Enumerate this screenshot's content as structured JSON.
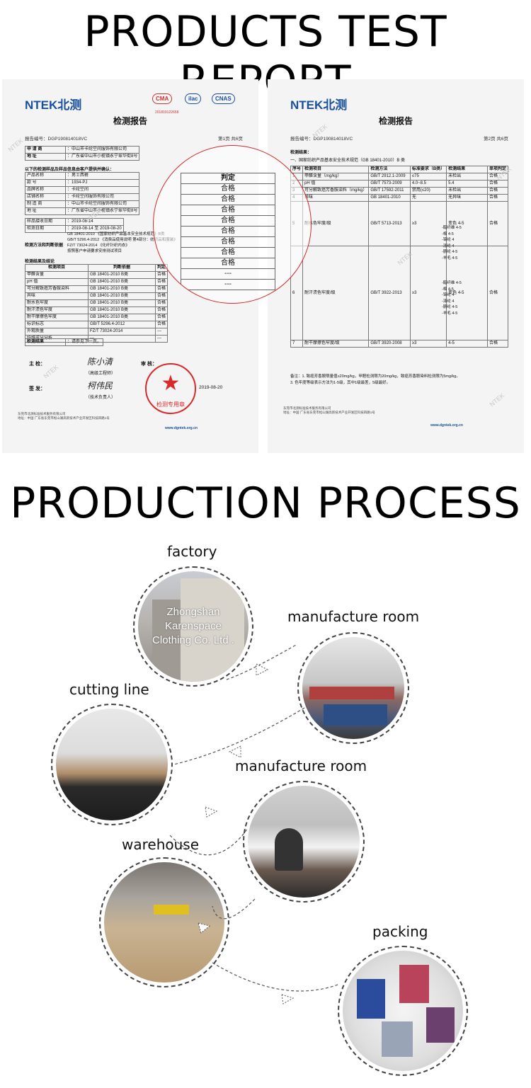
{
  "headings": {
    "test_report": "PRODUCTS TEST REPORT",
    "production_process": "PRODUCTION PROCESS"
  },
  "report_left": {
    "logo": "NTEK北测",
    "title": "检测报告",
    "report_no": "报告编号：DGP190814018VC",
    "page": "第1页 共6页",
    "applicant_rows": [
      [
        "申 请 商",
        "：中山市卡纶空间服饰有限公司"
      ],
      [
        "地 址",
        "：广东省中山市小榄镇永宁翠华街8号"
      ]
    ],
    "sample_header": "以下的检测样品及样品信息由客户提供并确认：",
    "sample_rows": [
      [
        "产品名称",
        "：男士西裤"
      ],
      [
        "款 号",
        "：1934-PJ"
      ],
      [
        "品牌名称",
        "：卡纶空间"
      ],
      [
        "店铺名称",
        "：卡纶空间服饰有限公司"
      ],
      [
        "制 造 商",
        "：中山市卡纶空间服饰有限公司"
      ],
      [
        "地 址",
        "：广东省中山市小榄镇永宁翠华街8号"
      ]
    ],
    "date_rows": [
      [
        "样品接收日期",
        "：2019-08-14"
      ],
      [
        "检测日期",
        "：2019-08-14 至 2019-08-20"
      ]
    ],
    "basis_label": "检测方法和判断依据",
    "basis_lines": [
      "GB 18401-2010 《国家纺织产品基本安全技术规范》B类",
      "GB/T 5296.4-2012 《消费品使用说明 第4部分：纺织品和服装》",
      "FZ/T 73024-2014 《化纤针织内衣》",
      "按照客户申请要求安排测试项目"
    ],
    "results_label": "检测结果及结论",
    "results_header": [
      "检测项目",
      "判断依据",
      "判定"
    ],
    "results_rows": [
      [
        "甲醛含量",
        "GB 18401-2010 B类",
        "合格"
      ],
      [
        "pH 值",
        "GB 18401-2010 B类",
        "合格"
      ],
      [
        "可分解致癌芳香胺染料",
        "GB 18401-2010 B类",
        "合格"
      ],
      [
        "异味",
        "GB 18401-2010 B类",
        "合格"
      ],
      [
        "耐水色牢度",
        "GB 18401-2010 B类",
        "合格"
      ],
      [
        "耐汗渍色牢度",
        "GB 18401-2010 B类",
        "合格"
      ],
      [
        "耐干摩擦色牢度",
        "GB 18401-2010 B类",
        "合格"
      ],
      [
        "标识标志",
        "GB/T 5296.4-2012",
        "合格"
      ],
      [
        "外观质量",
        "FZ/T 73024-2014",
        "---"
      ],
      [
        "纤维成分分析",
        "---",
        "---"
      ]
    ],
    "conclusion": [
      "检测结果",
      "：请参见下一页。"
    ],
    "inspector": "主 检：",
    "inspector_sign": "陈小清",
    "inspector_title": "（高级工程师）",
    "approver": "签 发：",
    "approver_sign": "柯伟民",
    "approver_title": "（技术负责人）",
    "review": "审 核：",
    "date": "2019-08-20",
    "stamp_text": "检测专用章",
    "cma_no": "201819122658",
    "footer_lines": [
      "东莞市北测标准技术服务有限公司",
      "地址：中国 广东省东莞市松山湖高新技术产业开发区科技四路1号"
    ],
    "footer_link": "www.dgntek.org.cn"
  },
  "lens_rows": [
    "判定",
    "合格",
    "合格",
    "合格",
    "合格",
    "合格",
    "合格",
    "合格",
    "合格",
    "---",
    "---"
  ],
  "report_right": {
    "logo": "NTEK北测",
    "title": "检测报告",
    "report_no": "报告编号：DGP190814018VC",
    "page": "第2页 共6页",
    "results_label": "检测结果：",
    "std_line": "一、国家纺织产品基本安全技术规范（GB 18401-2010）B 类",
    "header": [
      "序号",
      "检测项目",
      "检测方法",
      "标准要求（B类）",
      "检测结果",
      "单项判定"
    ],
    "rows": [
      [
        "1",
        "甲醛含量（mg/kg）",
        "GB/T 2912.1-2009",
        "≤75",
        "未检出",
        "合格"
      ],
      [
        "2",
        "pH 值",
        "GB/T 7573-2009",
        "4.0~8.5",
        "5.4",
        "合格"
      ],
      [
        "3",
        "可分解致癌芳香胺染料（mg/kg）",
        "GB/T 17592-2011",
        "禁用(≤20)",
        "未检出",
        "合格"
      ],
      [
        "4",
        "异味",
        "GB 18401-2010",
        "无",
        "无异味",
        "合格"
      ],
      [
        "5",
        "耐水色牢度/级",
        "GB/T 5713-2013",
        "≥3",
        "变色 4-5",
        "合格"
      ],
      [
        "6",
        "耐汗渍色牢度/级",
        "GB/T 3922-2013",
        "≥3",
        "变色 4-5",
        "合格"
      ],
      [
        "7",
        "耐干摩擦色牢度/级",
        "GB/T 3920-2008",
        "≥3",
        "4-5",
        "合格"
      ]
    ],
    "stain_rows": [
      "-醋纤维 4-5",
      "-棉 4-5",
      "-锦纶 4",
      "-涤纶 4",
      "-腈纶 4-5",
      "-羊毛 4-5"
    ],
    "notes": [
      "备注：1. 致癌芳香胺限量值≤20mg/kg，甲醛检测限为20mg/kg，致癌芳香胺染料检测限为5mg/kg。",
      "3. 色牢度等级表示方法为1-5级，其中1级最差，5级最好。"
    ],
    "footer_lines": [
      "东莞市北测标准技术服务有限公司",
      "地址：中国 广东省东莞市松山湖高新技术产业开发区科技四路1号"
    ],
    "footer_link": "www.dgntek.org.cn"
  },
  "watermark": "NTEK",
  "process": {
    "factory": "factory",
    "factory_text": [
      "Zhongshan",
      "Karenspace",
      "Clothing Co. Ltd ."
    ],
    "manufacture_room_1": "manufacture room",
    "cutting_line": "cutting line",
    "manufacture_room_2": "manufacture room",
    "warehouse": "warehouse",
    "packing": "packing"
  }
}
